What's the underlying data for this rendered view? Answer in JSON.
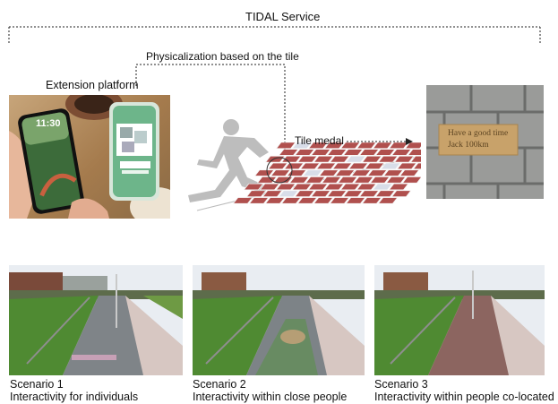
{
  "diagram": {
    "service_label": "TIDAL Service",
    "physicalization_label": "Physicalization based on the tile",
    "platform_label": "Extension platform",
    "tile_medal_label": "Tile medal",
    "phone_time": "11:30",
    "medal_text_line1": "Have a good time",
    "medal_text_line2": "Jack 100km"
  },
  "scenarios": [
    {
      "title": "Scenario 1",
      "description": "Interactivity for individuals"
    },
    {
      "title": "Scenario 2",
      "description": "Interactivity within close people"
    },
    {
      "title": "Scenario 3",
      "description": "Interactivity within people co-located"
    }
  ],
  "colors": {
    "line": "#222222",
    "tile_red": "#b0504e",
    "tile_highlight": "#d8dde8",
    "medal_gold": "#c8a26a",
    "grass": "#4f8a32",
    "sky": "#e9edf2"
  }
}
